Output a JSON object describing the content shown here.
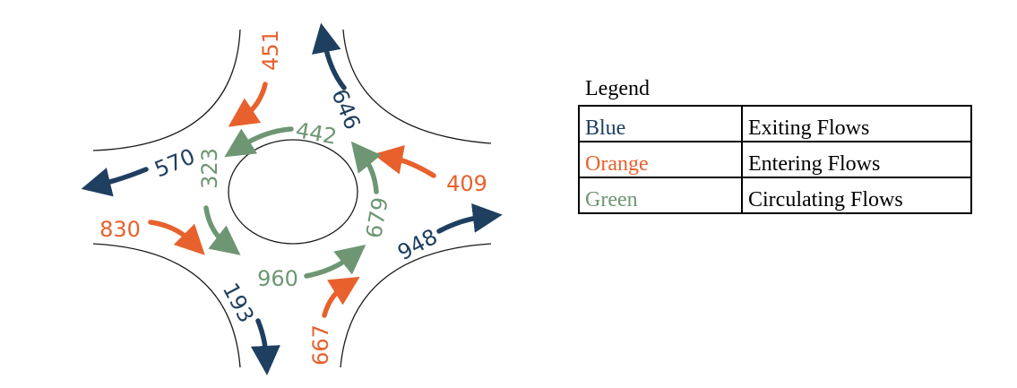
{
  "colors": {
    "exiting": "#1f3f60",
    "entering": "#e8612c",
    "circulating": "#6e9673",
    "road": "#1a1a1a"
  },
  "flows": {
    "north_entering": "451",
    "north_exiting": "646",
    "east_entering": "409",
    "east_exiting": "948",
    "south_entering": "667",
    "south_exiting": "193",
    "west_entering": "830",
    "west_exiting": "570",
    "circ_north": "442",
    "circ_west": "323",
    "circ_south": "960",
    "circ_east": "679"
  },
  "legend": {
    "title": "Legend",
    "rows": [
      {
        "color_name": "Blue",
        "meaning": "Exiting Flows"
      },
      {
        "color_name": "Orange",
        "meaning": "Entering Flows"
      },
      {
        "color_name": "Green",
        "meaning": "Circulating Flows"
      }
    ]
  }
}
